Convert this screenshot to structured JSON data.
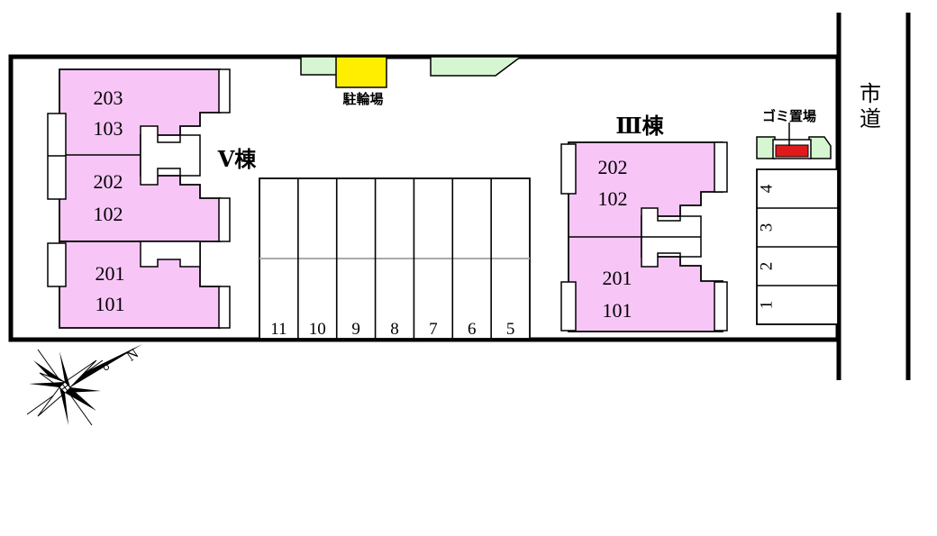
{
  "building_v": {
    "label": "Ⅴ棟",
    "units": [
      {
        "upper": "203",
        "lower": "103"
      },
      {
        "upper": "202",
        "lower": "102"
      },
      {
        "upper": "201",
        "lower": "101"
      }
    ]
  },
  "building_iii": {
    "label": "Ⅲ棟",
    "units": [
      {
        "upper": "202",
        "lower": "102"
      },
      {
        "upper": "201",
        "lower": "101"
      }
    ]
  },
  "parking_main": [
    "11",
    "10",
    "9",
    "8",
    "7",
    "6",
    "5"
  ],
  "parking_side": [
    "4",
    "3",
    "2",
    "1"
  ],
  "bicycle_parking": "駐輪場",
  "garbage": "ゴミ置場",
  "city_road": [
    "市",
    "道"
  ],
  "compass": {
    "north_letter": "N"
  },
  "colors": {
    "unit_fill": "#f7c6f7",
    "green": "#d6f5d1",
    "bicycle": "#ffee00",
    "garbage": "#e01a1a",
    "parking_divider": "#aaaaaa"
  }
}
